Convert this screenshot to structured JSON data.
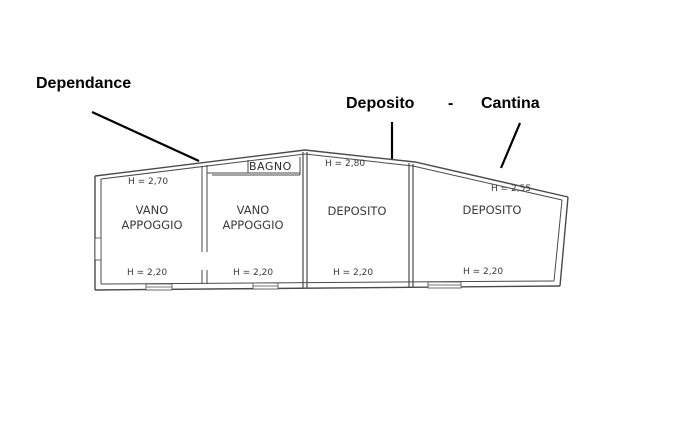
{
  "callouts": {
    "dependance": "Dependance",
    "deposito": "Deposito",
    "separator": "-",
    "cantina": "Cantina"
  },
  "rooms": {
    "vano_appoggio_1": {
      "line1": "VANO",
      "line2": "APPOGGIO",
      "h_top": "H = 2,70",
      "h_bottom": "H = 2,20"
    },
    "vano_appoggio_2": {
      "line1": "VANO",
      "line2": "APPOGGIO",
      "h_bottom": "H = 2,20"
    },
    "bagno": {
      "label": "BAGNO"
    },
    "deposito_1": {
      "label": "DEPOSITO",
      "h_top": "H = 2,80",
      "h_bottom": "H = 2,20"
    },
    "deposito_2": {
      "label": "DEPOSITO",
      "h_top": "H = 2,55",
      "h_bottom": "H = 2,20"
    }
  },
  "colors": {
    "wall": "#4a4a4a",
    "text": "#3a3a3a",
    "callout": "#000000"
  }
}
